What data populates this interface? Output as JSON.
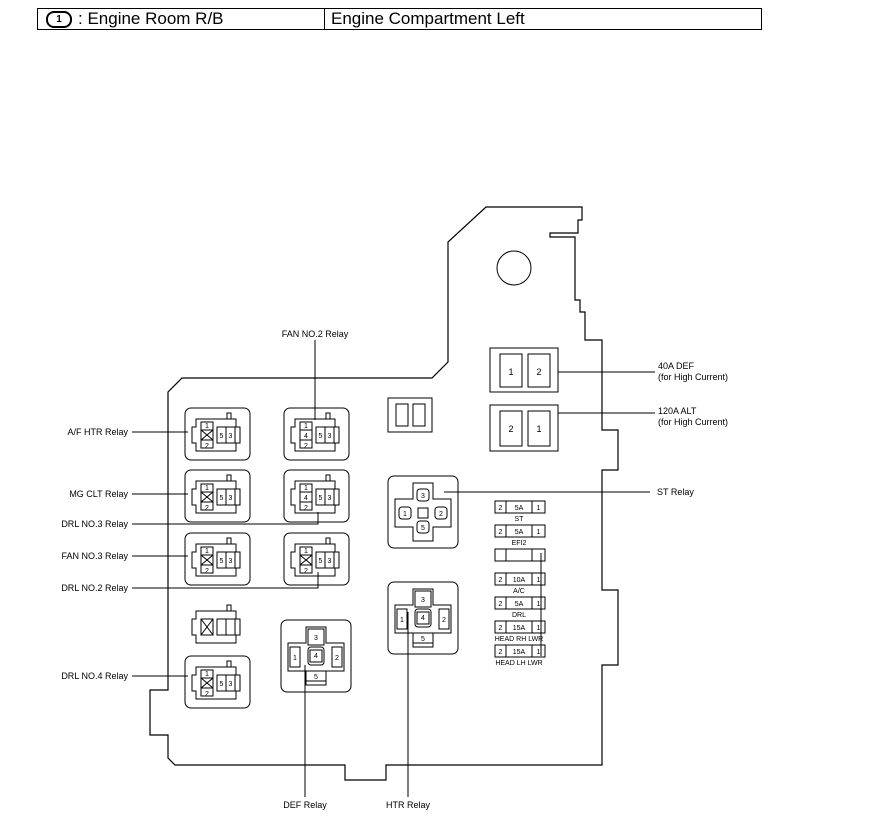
{
  "header": {
    "badge": "1",
    "location": ": Engine Room R/B",
    "position": "Engine Compartment Left"
  },
  "relay_labels": {
    "fan_no2": "FAN NO.2 Relay",
    "af_htr": "A/F HTR Relay",
    "mg_clt": "MG CLT Relay",
    "drl_no3": "DRL NO.3 Relay",
    "fan_no3": "FAN NO.3 Relay",
    "drl_no2": "DRL NO.2 Relay",
    "drl_no4": "DRL NO.4 Relay",
    "def": "DEF Relay",
    "htr": "HTR Relay",
    "st": "ST Relay"
  },
  "fusible_links": [
    {
      "label_line1": "40A DEF",
      "label_line2": "(for High Current)",
      "left_pin": "1",
      "right_pin": "2"
    },
    {
      "label_line1": "120A ALT",
      "label_line2": "(for High Current)",
      "left_pin": "2",
      "right_pin": "1"
    }
  ],
  "fuses": [
    {
      "left": "2",
      "amp": "5A",
      "right": "1",
      "name": "ST"
    },
    {
      "left": "2",
      "amp": "5A",
      "right": "1",
      "name": "EFI2"
    },
    {
      "left": "",
      "amp": "",
      "right": "",
      "name": ""
    },
    {
      "left": "2",
      "amp": "10A",
      "right": "1",
      "name": "A/C"
    },
    {
      "left": "2",
      "amp": "5A",
      "right": "1",
      "name": "DRL"
    },
    {
      "left": "2",
      "amp": "15A",
      "right": "1",
      "name": "HEAD RH LWR"
    },
    {
      "left": "2",
      "amp": "15A",
      "right": "1",
      "name": "HEAD LH LWR"
    }
  ],
  "small_relay_pins": {
    "p1": "1",
    "p2": "2",
    "p4": "4",
    "p5": "5",
    "p3": "3"
  },
  "large_relay_pins": {
    "p1": "1",
    "p2": "2",
    "p3": "3",
    "p4": "4",
    "p5": "5"
  }
}
